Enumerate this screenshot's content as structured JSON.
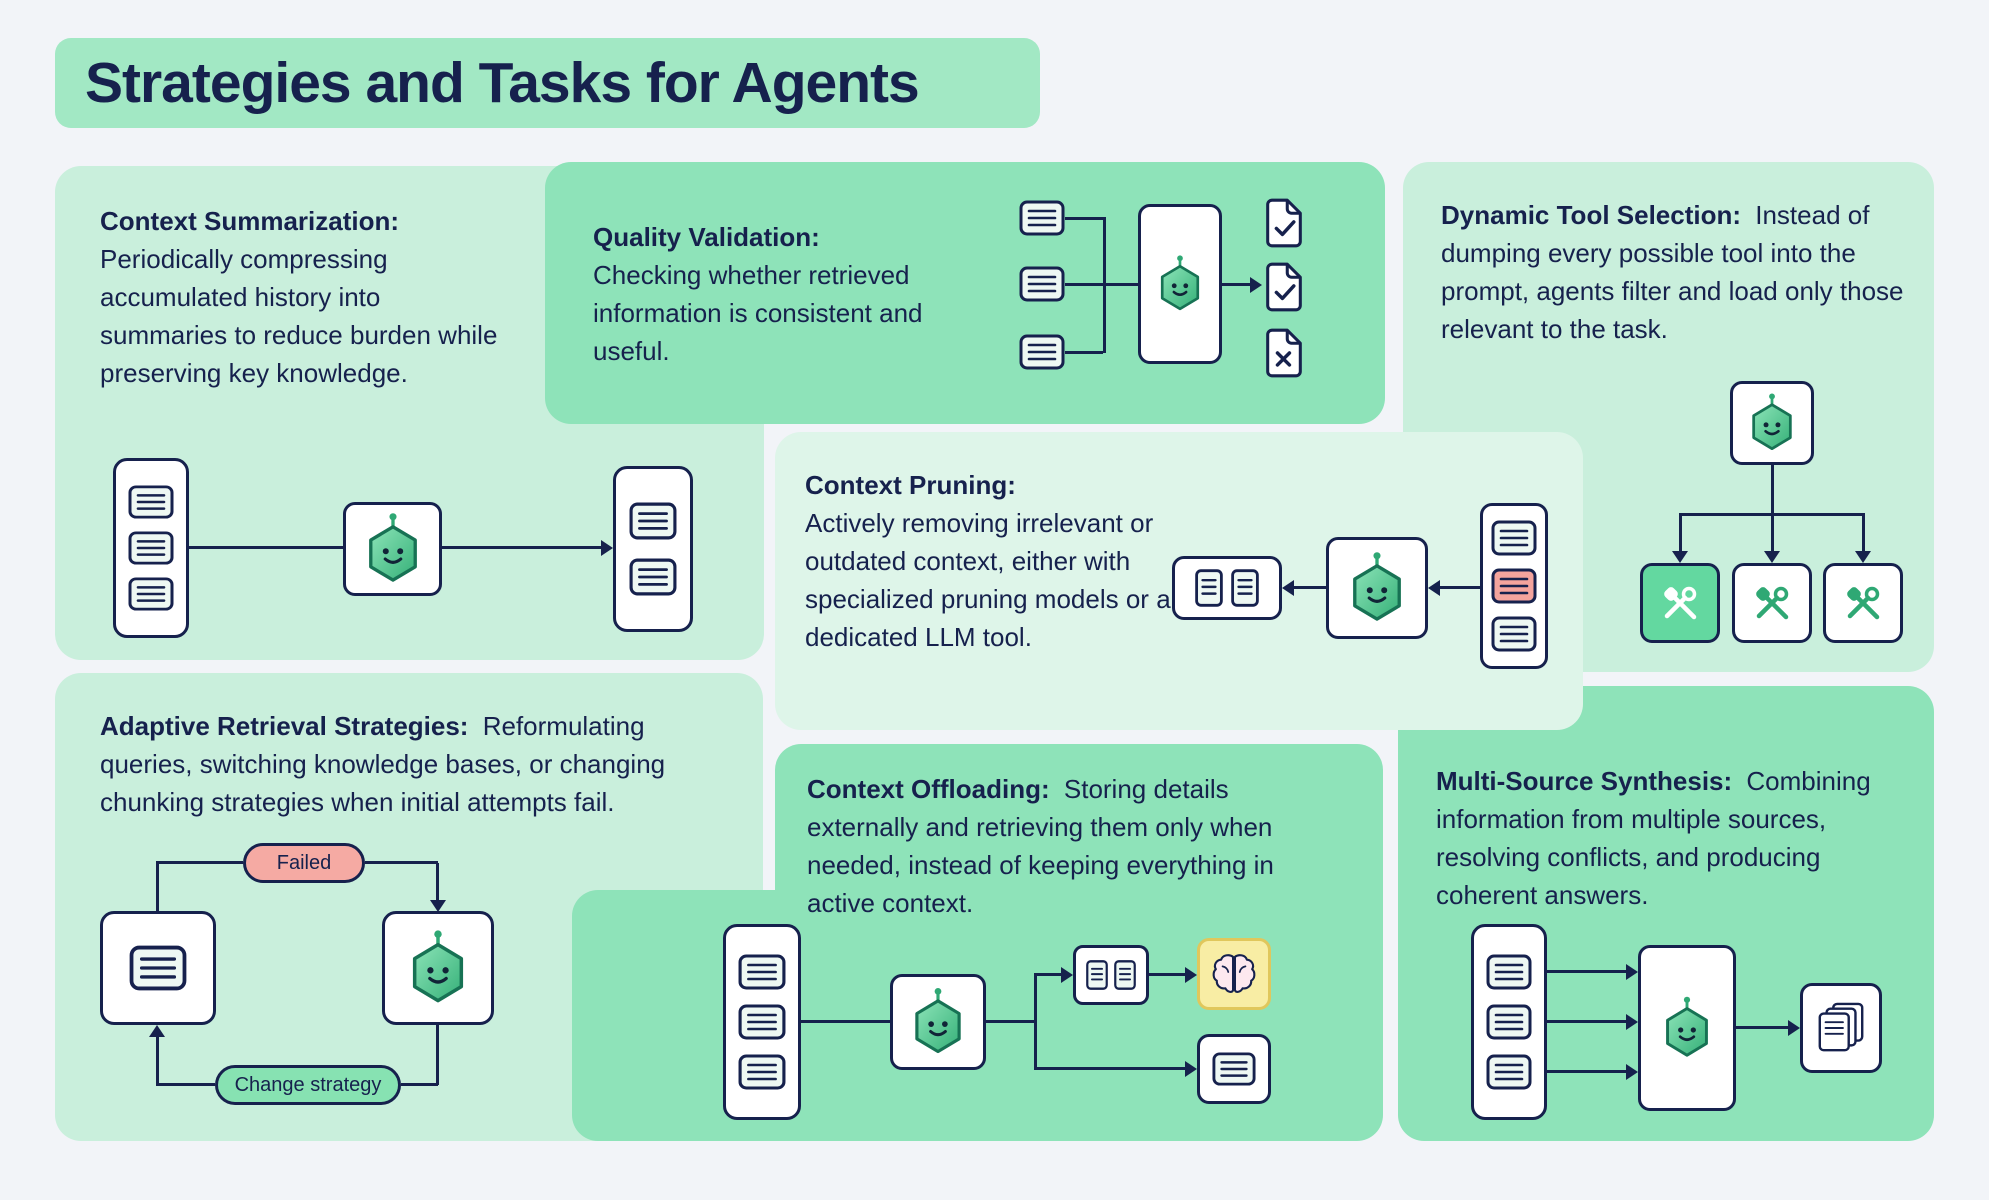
{
  "page": {
    "title": "Strategies and Tasks for Agents"
  },
  "colors": {
    "page_bg": "#f2f4f8",
    "title_bg": "#a2e8c4",
    "ink": "#16214d",
    "card_light": "#c9efdc",
    "card_lighter": "#def5e9",
    "card_medium": "#8ee3b9",
    "tool_green": "#2fa874",
    "selected_tool_bg": "#63d8a0",
    "failed_bg": "#f5aaa3",
    "strategy_bg": "#87e2b2",
    "brain_box_bg": "#f8eda4",
    "brain_box_border": "#e0c75c",
    "red_doc": "#f4a49d",
    "box_bg": "#ffffff",
    "doc_bg": "#eef8f3"
  },
  "cards": {
    "context_summarization": {
      "heading": "Context Summarization:",
      "body": "Periodically compressing accumulated history into summaries to reduce burden while preserving key knowledge."
    },
    "quality_validation": {
      "heading": "Quality Validation:",
      "body": "Checking whether retrieved information is consistent and useful."
    },
    "dynamic_tool_selection": {
      "heading": "Dynamic Tool Selection:",
      "body": "Instead of dumping every possible tool into the prompt, agents filter and load only those relevant to the task."
    },
    "context_pruning": {
      "heading": "Context Pruning:",
      "body": "Actively removing irrelevant or outdated context, either with specialized pruning models or a dedicated LLM tool."
    },
    "adaptive_retrieval": {
      "heading": "Adaptive Retrieval Strategies:",
      "body": "Reformulating queries, switching knowledge bases, or changing chunking strategies when initial attempts fail."
    },
    "context_offloading": {
      "heading": "Context Offloading:",
      "body": "Storing details externally and retrieving them only when needed, instead of keeping everything in active context."
    },
    "multi_source_synthesis": {
      "heading": "Multi-Source Synthesis:",
      "body": "Combining information from multiple sources, resolving conflicts, and producing coherent answers."
    }
  },
  "labels": {
    "failed": "Failed",
    "change_strategy": "Change strategy"
  },
  "icons": {
    "agent": "agent-hexagon-face-icon",
    "doc": "document-lines-icon",
    "doc_red": "flagged-document-icon",
    "page": "page-lines-icon",
    "file_check": "validated-file-check-icon",
    "file_x": "rejected-file-x-icon",
    "tools": "wrench-screwdriver-icon",
    "brain": "memory-brain-icon",
    "pages": "stacked-pages-icon"
  }
}
